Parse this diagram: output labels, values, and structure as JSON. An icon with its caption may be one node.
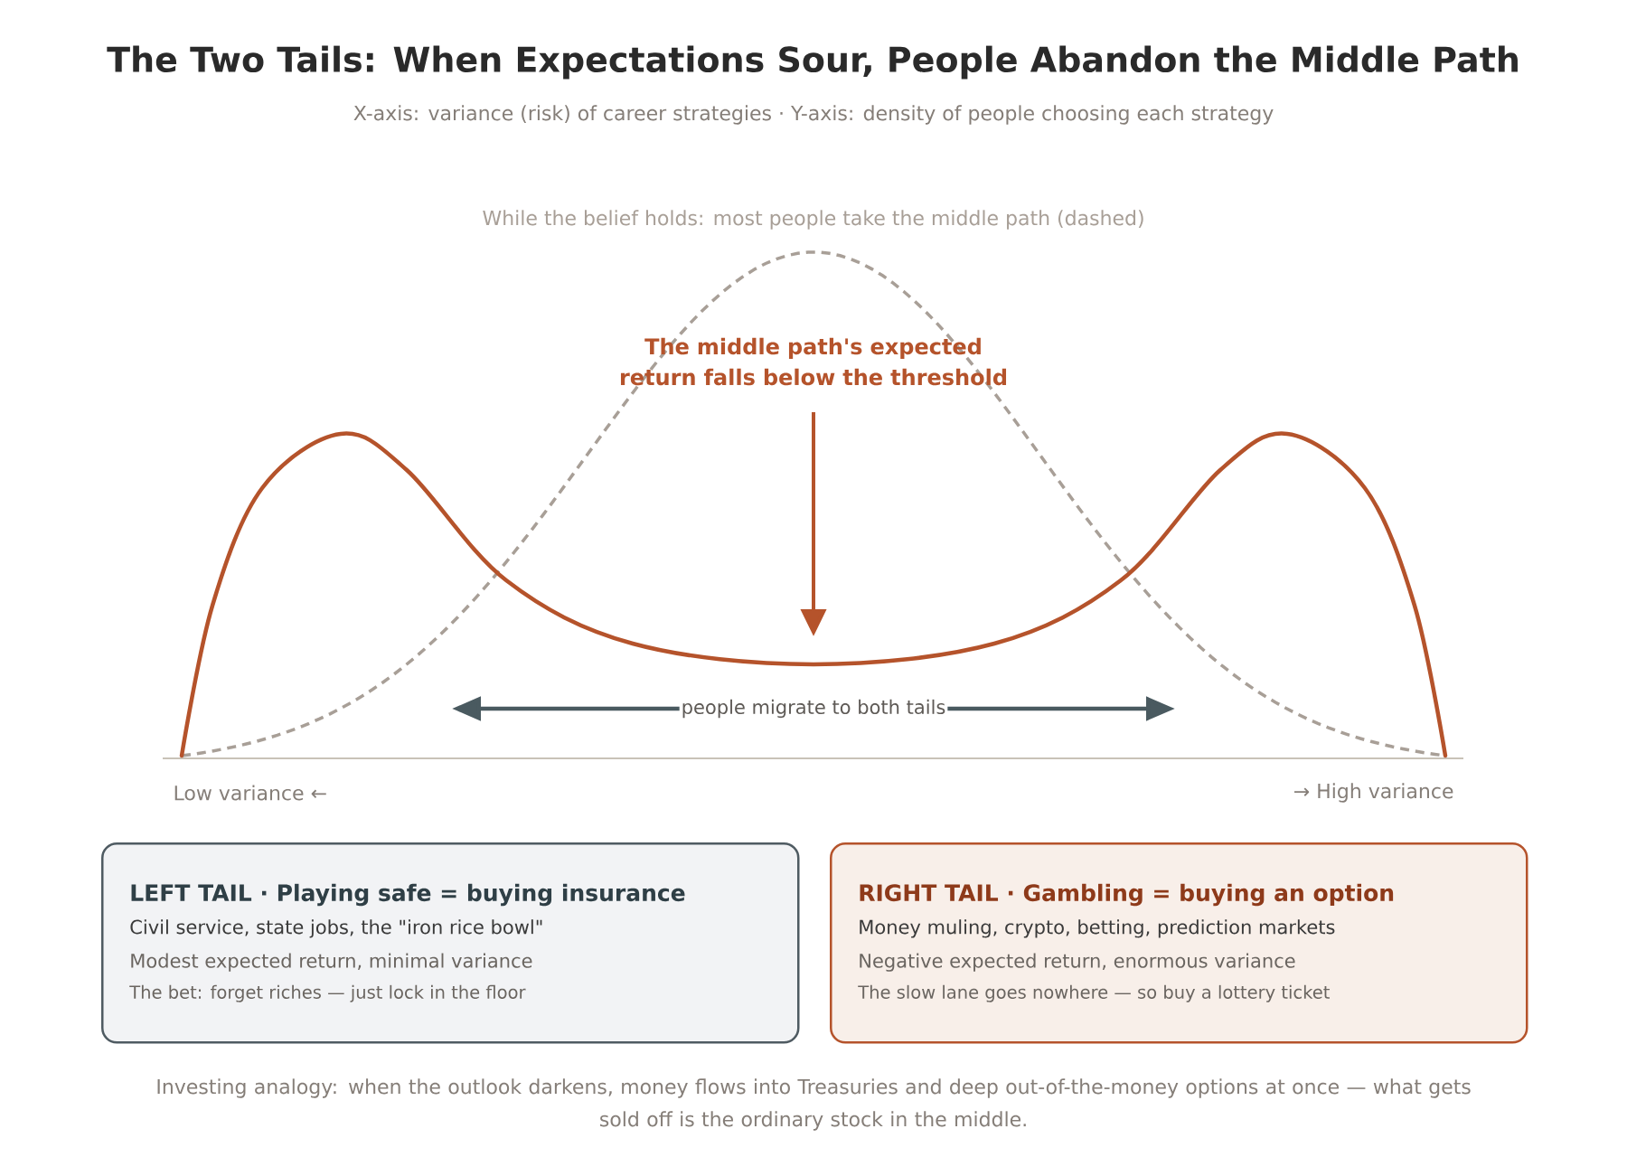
{
  "diagram": {
    "title": "The Two Tails: When Expectations Sour, People Abandon the Middle Path",
    "caption": "Investing analogy: when the outlook darkens, money flows into Treasuries and deep out-of-the-money options at once — what gets sold off is the ordinary stock in the middle.",
    "nodes": [
      {
        "text": [
          "LEFT TAIL · Playing safe = buying insurance",
          "Civil service, state jobs, the \"iron rice bowl\"",
          "Modest expected return, minimal variance",
          "The bet: forget riches — just lock in the floor"
        ]
      },
      {
        "text": [
          "RIGHT TAIL · Gambling = buying an option",
          "Money muling, crypto, betting, prediction markets",
          "Negative expected return, enormous variance",
          "The slow lane goes nowhere — so buy a lottery ticket"
        ]
      }
    ],
    "labels": [
      "X-axis: variance (risk) of career strategies · Y-axis: density of people choosing each strategy",
      "While the belief holds: most people take the middle path (dashed)",
      "The middle path's expected return falls below the threshold",
      "people migrate to both tails",
      "Low variance ←",
      "→ High variance"
    ]
  }
}
